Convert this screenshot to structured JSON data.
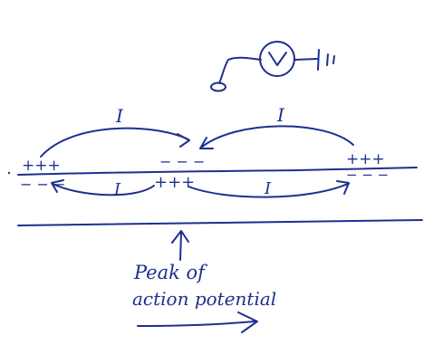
{
  "colors": {
    "ink": "#1d2f8f",
    "background": "#ffffff"
  },
  "currents": {
    "upper_left": "I",
    "upper_right": "I",
    "lower_left": "I",
    "lower_right": "I"
  },
  "charges": {
    "left_outside": "+++",
    "left_inside": "− − −",
    "center_outside": "− − −",
    "center_inside": "+++",
    "right_outside": "+++",
    "right_inside": "− − −"
  },
  "annotation": {
    "line1": "Peak of",
    "line2": "action potential"
  },
  "icons": {
    "meter": "voltmeter-icon",
    "ground": "ground-icon"
  }
}
